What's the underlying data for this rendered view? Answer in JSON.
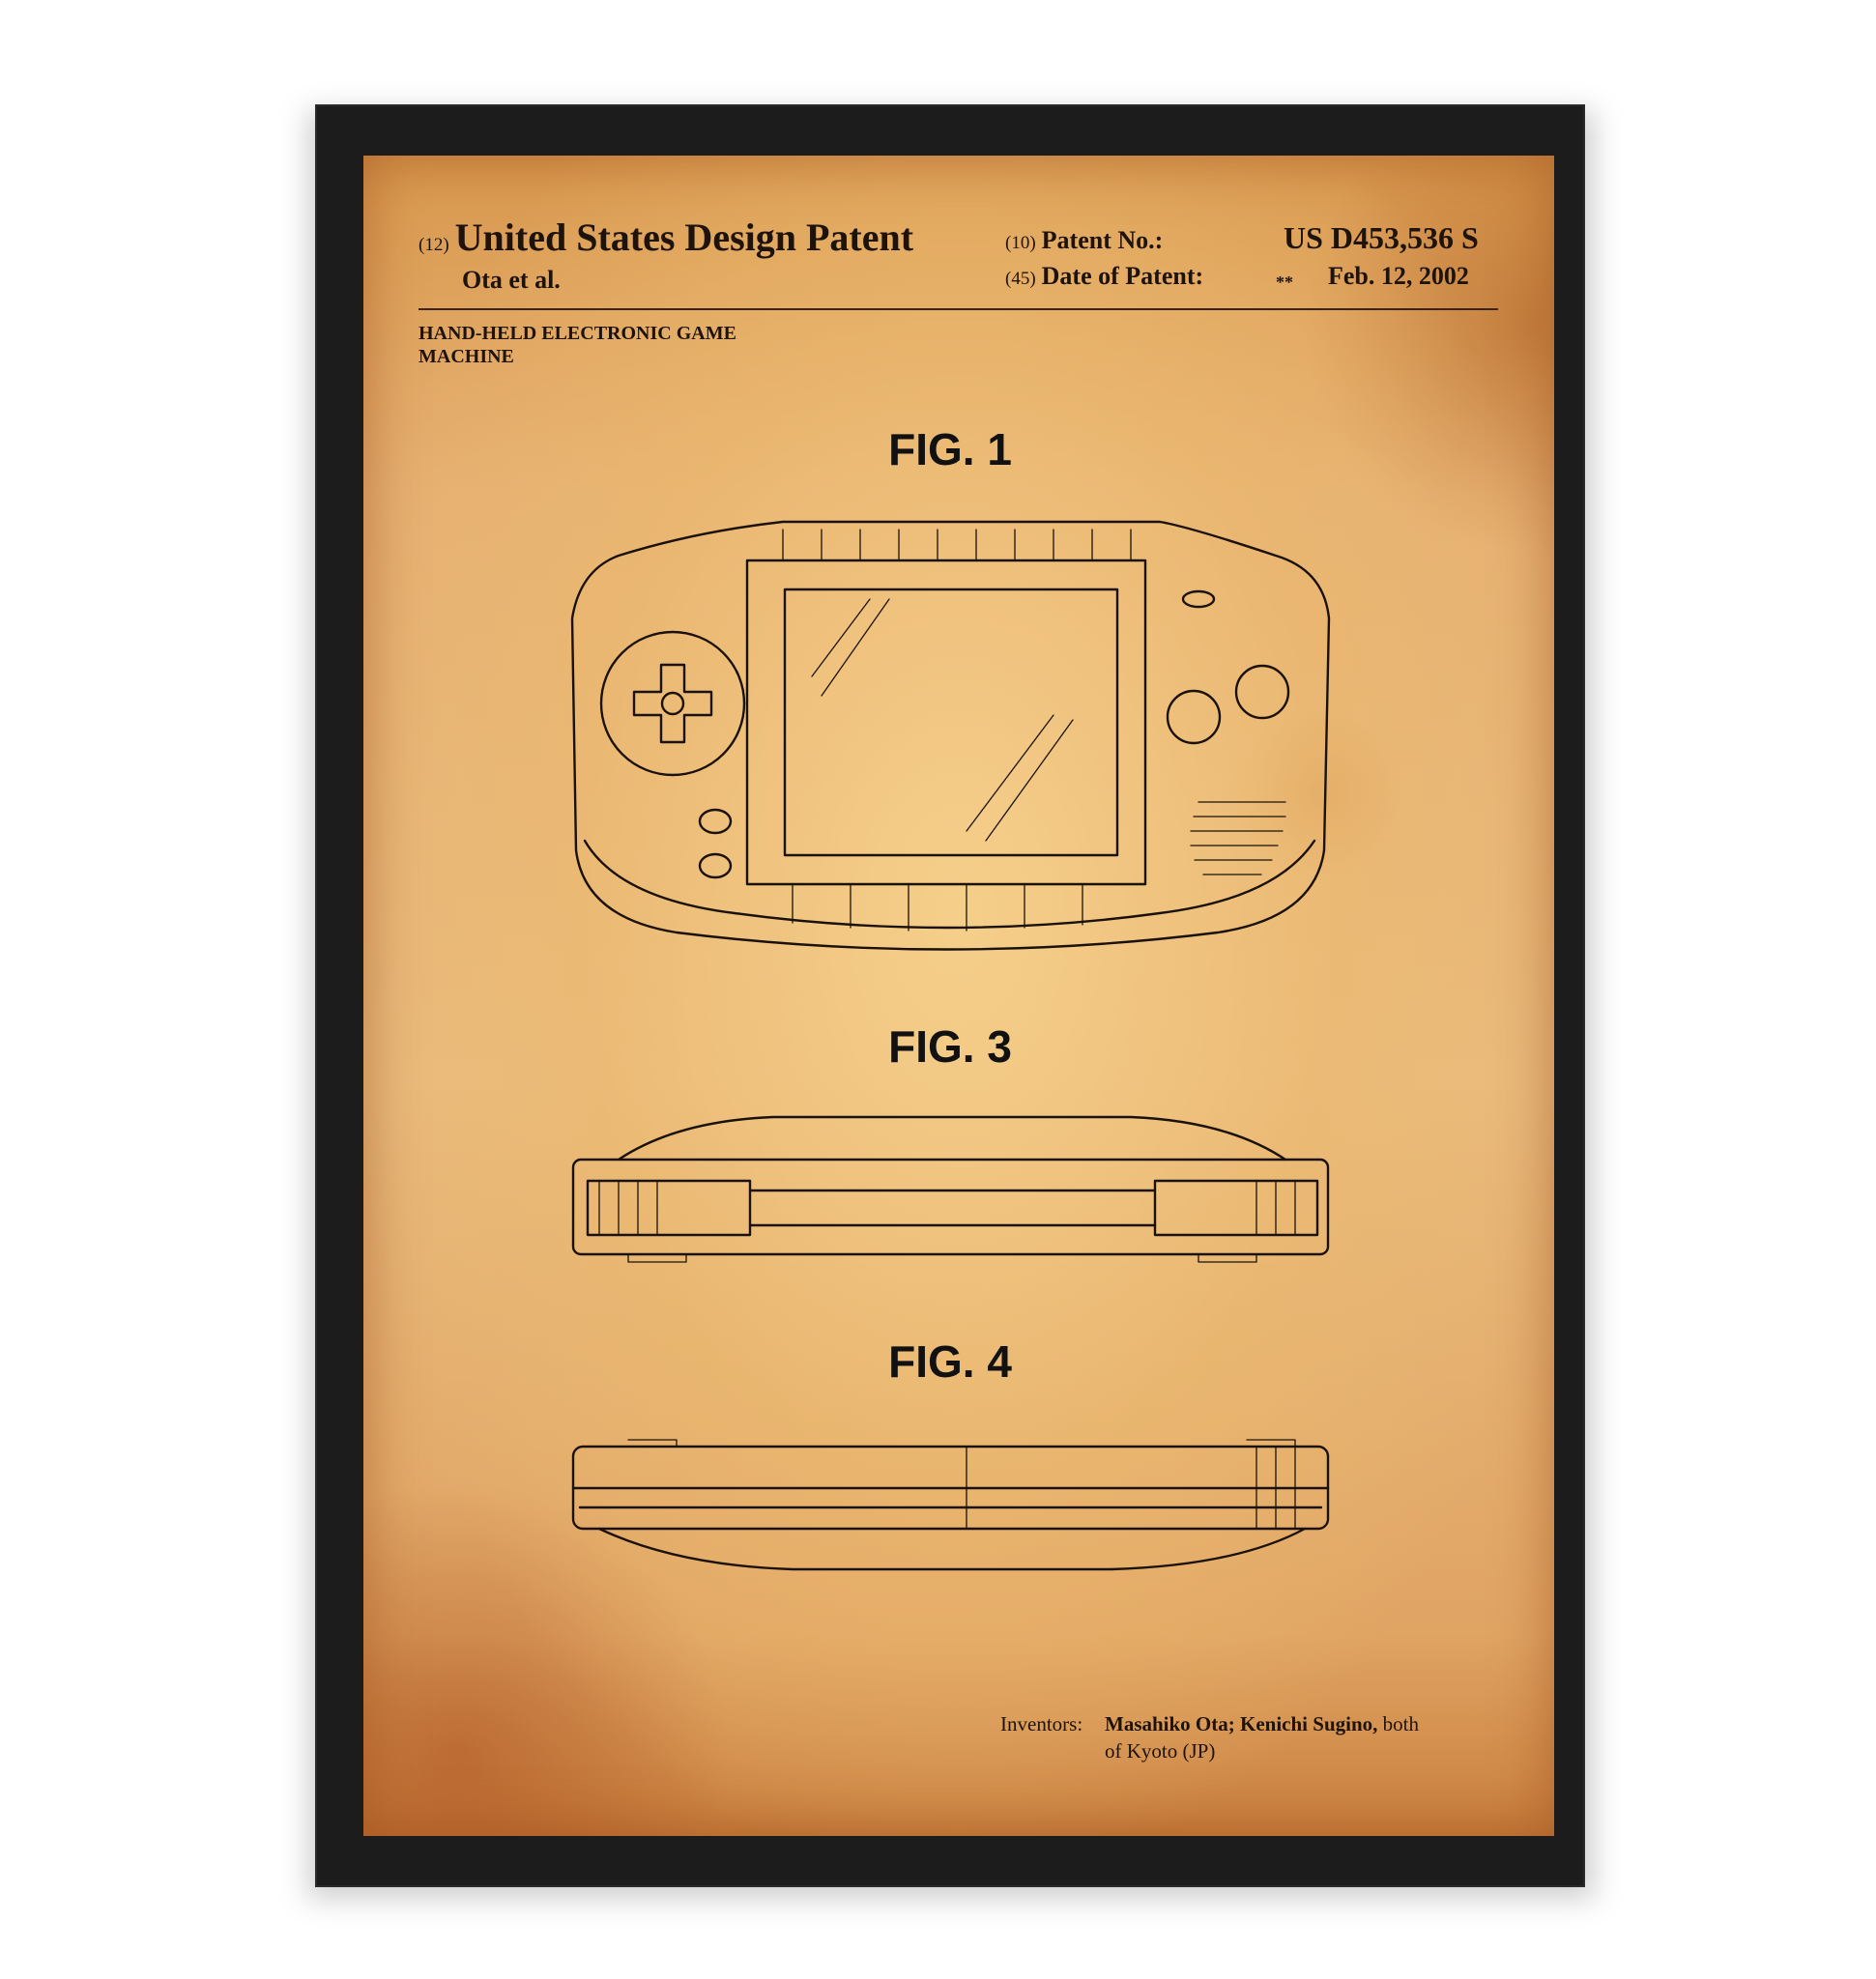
{
  "header": {
    "title_num": "(12)",
    "title": "United States Design Patent",
    "assignee_line": "Ota et al.",
    "patent_no_num": "(10)",
    "patent_no_label": "Patent No.:",
    "patent_no": "US D453,536 S",
    "date_num": "(45)",
    "date_label": "Date of Patent:",
    "date_marker": "**",
    "date": "Feb. 12, 2002"
  },
  "subject": {
    "line1": "HAND-HELD ELECTRONIC GAME",
    "line2": "MACHINE"
  },
  "figures": [
    {
      "label": "FIG. 1"
    },
    {
      "label": "FIG. 3"
    },
    {
      "label": "FIG. 4"
    }
  ],
  "inventors": {
    "label": "Inventors:",
    "names": "Masahiko Ota; Kenichi Sugino,",
    "tail": "both",
    "line2": "of Kyoto (JP)"
  }
}
